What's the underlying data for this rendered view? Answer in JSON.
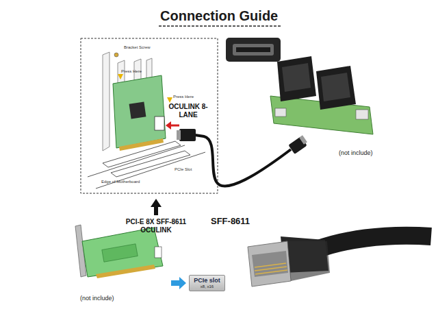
{
  "diagram": {
    "title": "Connection Guide",
    "nodes": [
      {
        "text": [
          "PCIe slot",
          "x8, x16"
        ]
      }
    ],
    "labels": [
      "OCULINK 8-LANE",
      "PCI-E 8X SFF-8611 OCULINK",
      "SFF-8611",
      "(not include)",
      "(not include)",
      "Bracket Screw",
      "Press Here",
      "Press Here",
      "PCIe Slot",
      "Edge of Motherboard"
    ]
  }
}
